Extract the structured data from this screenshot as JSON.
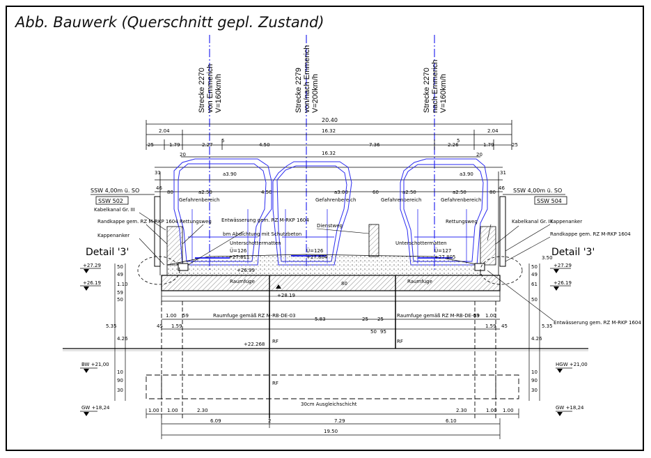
{
  "caption": "Abb. Bauwerk (Querschnitt gepl. Zustand)",
  "tracks": [
    {
      "line": "Strecke 2270",
      "dir": "von Emmerich",
      "speed": "V=160km/h"
    },
    {
      "line": "Strecke 2279",
      "dir": "von/nach Emmerich",
      "speed": "V=200km/h"
    },
    {
      "line": "Strecke 2270",
      "dir": "nach Emmerich",
      "speed": "V=160km/h"
    }
  ],
  "dims": {
    "overall": "20.40",
    "left_cap": "2.04",
    "mid_width": "16.32",
    "right_cap": "2.04",
    "d25": "25",
    "d179": "1.79",
    "d227": "2.27",
    "d5": "5",
    "d450": "4.50",
    "d736": "7.36",
    "d226": "2.26",
    "d20": "20",
    "d1632b": "16.32",
    "d31": "31",
    "a390": "a3.90",
    "a390r": "a3.90",
    "d46": "46",
    "d80": "80",
    "a250": "a2.50",
    "d450b": "4.50",
    "a300": "a3.00",
    "d60": "60",
    "a250b": "a2.50",
    "a250c": "a2.50",
    "bottom_total": "19.50",
    "b609": "6.09",
    "b2": "2",
    "b729": "7.29",
    "b610": "6.10",
    "b100": "1.00",
    "b230": "2.30",
    "b583": "5.83",
    "b50": "50",
    "b95": "95",
    "b59": "59",
    "b159": "1.59",
    "b45": "45",
    "v535": "5.35",
    "v426": "4.26",
    "v110": "1.10",
    "v350": "3.50"
  },
  "labels": {
    "ssw_left": "SSW 4,00m ü. SO",
    "ssw_right": "SSW 4,00m ü. SO",
    "ssw502": "SSW 502",
    "ssw504": "SSW 504",
    "gefahr1": "Gefahrenbereich",
    "gefahr2": "Gefahrenbereich",
    "gefahr3": "Gefahrenbereich",
    "gefahr4": "Gefahrenbereich",
    "kabel_left": "Kabelkanal Gr. III",
    "kabel_right": "Kabelkanal Gr. III",
    "randkappe_left": "Randkappe gem. RZ M-RKP 1604",
    "randkappe_right": "Randkappe gem. RZ M-RKP 1604",
    "kappenanker_left": "Kappenanker",
    "kappenanker_right": "Kappenanker",
    "rettung_left": "Rettungsweg",
    "rettung_right": "Rettungsweg",
    "entw_top": "Entwässerung gem. RZ M-RKP 1604",
    "abdichtung": "bm Abdichtung mit Schutzbeton",
    "unterschotter1": "Unterschottermatten",
    "unterschotter2": "Unterschottermatten",
    "dienstweg": "Dienstweg",
    "u126a": "Ü=126",
    "u126b": "Ü=126",
    "u127": "Ü=127",
    "h27811": "+27.811",
    "h27804": "+27.804",
    "h27805": "+27.805",
    "h2699": "+26.99",
    "h2819": "+28.19",
    "h22268": "+22.268",
    "raumfuge1": "Raumfuge",
    "raumfuge2": "Raumfuge",
    "detail_left": "Detail '3'",
    "detail_right": "Detail '3'",
    "h2729l": "+27.29",
    "h2619l": "+26.19",
    "h2729r": "+27.29",
    "h2619r": "+26.19",
    "rf_left": "Raumfuge gemäß RZ M-RB-DE-03",
    "rf_right": "Raumfuge gemäß RZ M-RB-DE-03",
    "entw_right": "Entwässerung gem. RZ M-RKP 1604",
    "rf1": "RF",
    "rf2": "RF",
    "rf3": "RF",
    "bw": "BW +21,00",
    "hgw": "HGW +21,00",
    "gw_left": "GW +18,24",
    "gw_right": "GW +18,24",
    "ausgleich": "30cm Ausgleichschicht",
    "d50a": "50",
    "d59": "59",
    "d49": "49",
    "d10": "10",
    "d90": "90",
    "d30": "30",
    "d61": "61",
    "d50b": "50"
  },
  "colors": {
    "blue": "#2a2af0",
    "axis": "#2a2af0",
    "ink": "#000000",
    "hatch": "#9a9a9a"
  }
}
